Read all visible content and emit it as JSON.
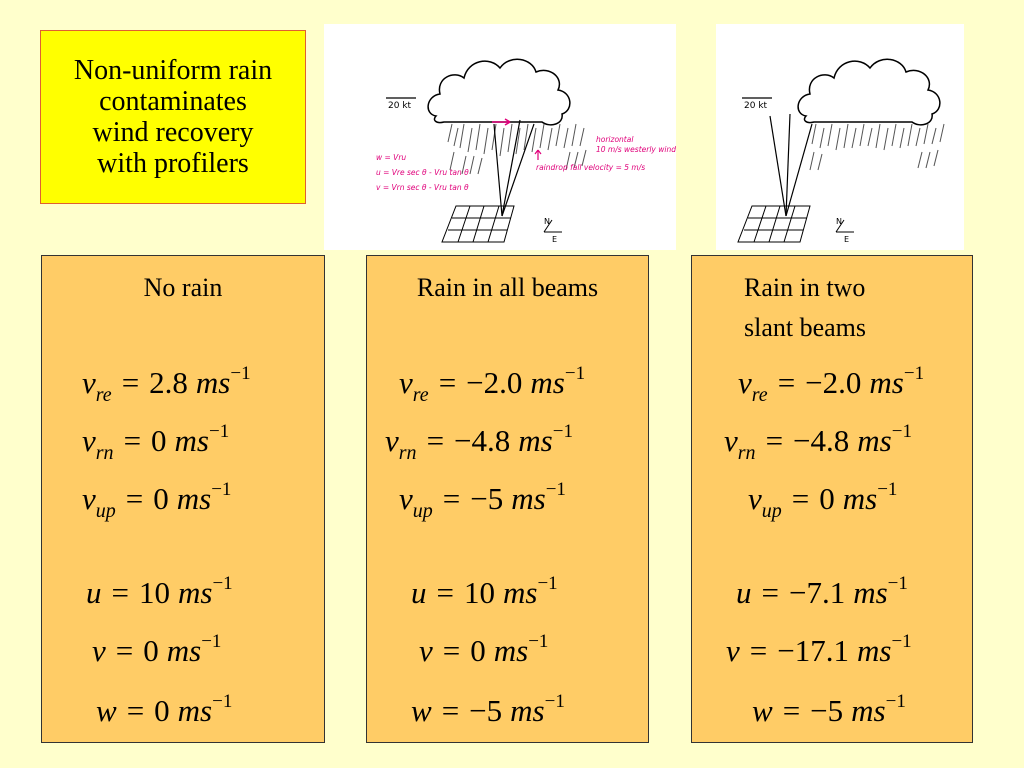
{
  "title": {
    "lines": [
      "Non-uniform rain",
      "contaminates",
      "wind recovery",
      "with profilers"
    ]
  },
  "diagrams": {
    "left": {
      "scale_label": "20 kt",
      "annotation_wind": [
        "10 m/s westerly wind",
        "horizontal"
      ],
      "annotation_fall": "raindrop fall velocity = 5 m/s",
      "equations": [
        "w = Vru",
        "u = Vre sec θ - Vru tan θ",
        "v = Vrn sec θ - Vru tan θ"
      ],
      "compass_n": "N",
      "compass_e": "E"
    },
    "right": {
      "scale_label": "20 kt",
      "compass_n": "N",
      "compass_e": "E"
    }
  },
  "colors": {
    "background": "#ffffcc",
    "title_box": "#ffff00",
    "panel": "#ffcc66",
    "annotation": "#e0007a"
  },
  "panels": [
    {
      "heading": [
        "No rain"
      ],
      "equations": [
        {
          "var": "v",
          "sub": "re",
          "value": "2.8",
          "unit": "ms",
          "exp": "−1"
        },
        {
          "var": "v",
          "sub": "rn",
          "value": "0",
          "unit": "ms",
          "exp": "−1"
        },
        {
          "var": "v",
          "sub": "up",
          "value": "0",
          "unit": "ms",
          "exp": "−1"
        },
        {
          "var": "u",
          "sub": "",
          "value": "10",
          "unit": "ms",
          "exp": "−1"
        },
        {
          "var": "v",
          "sub": "",
          "value": "0",
          "unit": "ms",
          "exp": "−1"
        },
        {
          "var": "w",
          "sub": "",
          "value": "0",
          "unit": "ms",
          "exp": "−1"
        }
      ]
    },
    {
      "heading": [
        "Rain in all beams"
      ],
      "equations": [
        {
          "var": "v",
          "sub": "re",
          "value": "−2.0",
          "unit": "ms",
          "exp": "−1"
        },
        {
          "var": "v",
          "sub": "rn",
          "value": "−4.8",
          "unit": "ms",
          "exp": "−1"
        },
        {
          "var": "v",
          "sub": "up",
          "value": "−5",
          "unit": "ms",
          "exp": "−1"
        },
        {
          "var": "u",
          "sub": "",
          "value": "10",
          "unit": "ms",
          "exp": "−1"
        },
        {
          "var": "v",
          "sub": "",
          "value": "0",
          "unit": "ms",
          "exp": "−1"
        },
        {
          "var": "w",
          "sub": "",
          "value": "−5",
          "unit": "ms",
          "exp": "−1"
        }
      ]
    },
    {
      "heading": [
        "Rain in two",
        "slant beams"
      ],
      "equations": [
        {
          "var": "v",
          "sub": "re",
          "value": "−2.0",
          "unit": "ms",
          "exp": "−1"
        },
        {
          "var": "v",
          "sub": "rn",
          "value": "−4.8",
          "unit": "ms",
          "exp": "−1"
        },
        {
          "var": "v",
          "sub": "up",
          "value": "0",
          "unit": "ms",
          "exp": "−1"
        },
        {
          "var": "u",
          "sub": "",
          "value": "−7.1",
          "unit": "ms",
          "exp": "−1"
        },
        {
          "var": "v",
          "sub": "",
          "value": "−17.1",
          "unit": "ms",
          "exp": "−1"
        },
        {
          "var": "w",
          "sub": "",
          "value": "−5",
          "unit": "ms",
          "exp": "−1"
        }
      ]
    }
  ]
}
